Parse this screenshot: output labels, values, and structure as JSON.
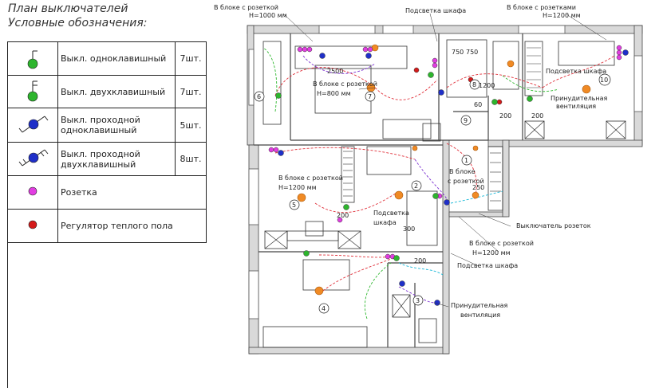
{
  "header": {
    "title": "План выключателей",
    "subtitle": "Условные обозначения:"
  },
  "legend": [
    {
      "label": "Выкл. одноклавишный",
      "count": "7шт."
    },
    {
      "label": "Выкл. двухклавишный",
      "count": "7шт."
    },
    {
      "label": "Выкл. проходной одноклавишный",
      "count": "5шт."
    },
    {
      "label": "Выкл. проходной двухклавишный",
      "count": "8шт."
    },
    {
      "label": "Розетка",
      "count": ""
    },
    {
      "label": "Регулятор теплого пола",
      "count": ""
    }
  ],
  "colors": {
    "switch_green": "#2db52d",
    "switch_blue": "#1f2fc8",
    "socket_magenta": "#e23de2",
    "regulator_red": "#d41a1a",
    "wire_red": "#e0303a",
    "wire_green": "#2fb82f",
    "wire_purple": "#7a2fd0",
    "wire_cyan": "#18b8d8",
    "lamp_orange": "#f08a24"
  },
  "plan": {
    "annotations": [
      "В блоке с розеткой",
      "Н=1000 мм",
      "Подсветка шкафа",
      "В блоке с розетками",
      "Н=1200 мм",
      "В блоке с розеткой",
      "Н=800 мм",
      "Подсветка шкафа",
      "Принудительная",
      "вентиляция",
      "В блоке с розеткой",
      "Н=1200 мм",
      "В блоке",
      "с розеткой",
      "Подсветка",
      "шкафа",
      "Выключатель розеток",
      "В блоке с розеткой",
      "Н=1200 мм",
      "Подсветка шкафа",
      "Принудительная",
      "вентиляция"
    ],
    "rooms": [
      "1",
      "2",
      "3",
      "4",
      "5",
      "6",
      "7",
      "8",
      "9",
      "10"
    ],
    "dimensions": [
      "2500",
      "750",
      "750",
      "1200",
      "60",
      "200",
      "250",
      "300",
      "200",
      "200",
      "200"
    ]
  }
}
